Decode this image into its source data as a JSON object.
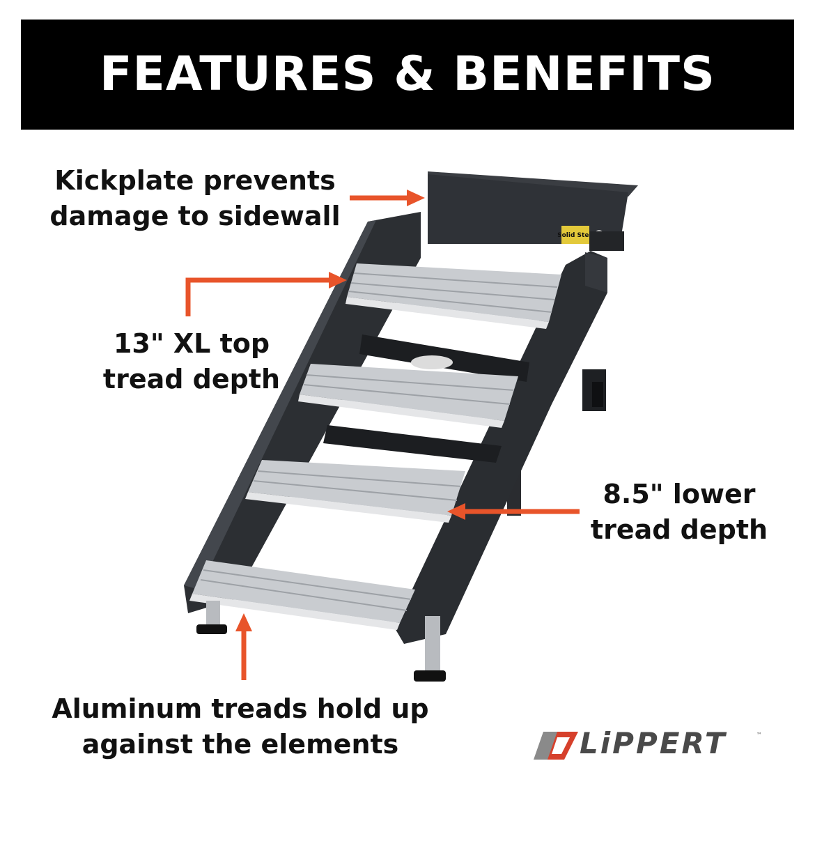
{
  "banner": {
    "title": "FEATURES & BENEFITS"
  },
  "callouts": {
    "kickplate": {
      "line1": "Kickplate prevents",
      "line2": "damage to sidewall"
    },
    "top_tread": {
      "line1": "13\" XL top",
      "line2": "tread depth"
    },
    "lower_tread": {
      "line1": "8.5\" lower",
      "line2": "tread depth"
    },
    "aluminum": {
      "line1": "Aluminum treads hold up",
      "line2": "against the elements"
    }
  },
  "product": {
    "label_sticker": "Solid Step"
  },
  "brand": {
    "name": "LiPPERT",
    "trademark": "™"
  },
  "colors": {
    "arrow": "#e8542a",
    "banner": "#000000",
    "frame": "#2c2f33",
    "tread": "#c9ccd0",
    "logo_red": "#d6402b",
    "logo_gray": "#8a8a8a"
  }
}
